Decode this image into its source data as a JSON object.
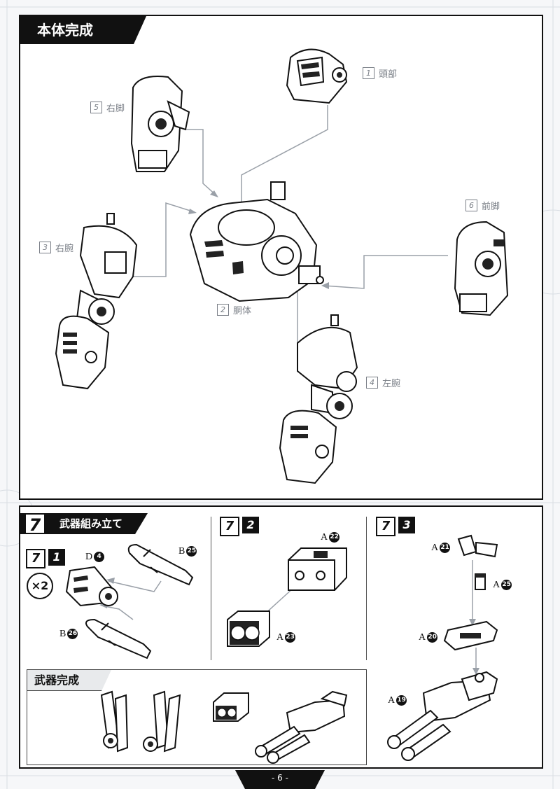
{
  "top_section": {
    "title": "本体完成",
    "parts": [
      {
        "num": "1",
        "label": "頭部"
      },
      {
        "num": "2",
        "label": "胴体"
      },
      {
        "num": "3",
        "label": "右腕"
      },
      {
        "num": "4",
        "label": "左腕"
      },
      {
        "num": "5",
        "label": "右脚"
      },
      {
        "num": "6",
        "label": "前脚"
      }
    ]
  },
  "step7": {
    "number": "7",
    "title": "武器組み立て",
    "sub1": {
      "num": "7",
      "sub": "1",
      "multiplier": "×2",
      "labels": [
        {
          "prefix": "D",
          "circle": "4"
        },
        {
          "prefix": "B",
          "circle": "25"
        },
        {
          "prefix": "B",
          "circle": "26"
        }
      ]
    },
    "sub2": {
      "num": "7",
      "sub": "2",
      "labels": [
        {
          "prefix": "A",
          "circle": "22"
        },
        {
          "prefix": "A",
          "circle": "23"
        }
      ]
    },
    "sub3": {
      "num": "7",
      "sub": "3",
      "labels": [
        {
          "prefix": "A",
          "circle": "21"
        },
        {
          "prefix": "A",
          "circle": "25"
        },
        {
          "prefix": "A",
          "circle": "20"
        },
        {
          "prefix": "A",
          "circle": "19"
        }
      ]
    },
    "complete_title": "武器完成"
  },
  "footer": {
    "page_number": "- 6 -"
  }
}
